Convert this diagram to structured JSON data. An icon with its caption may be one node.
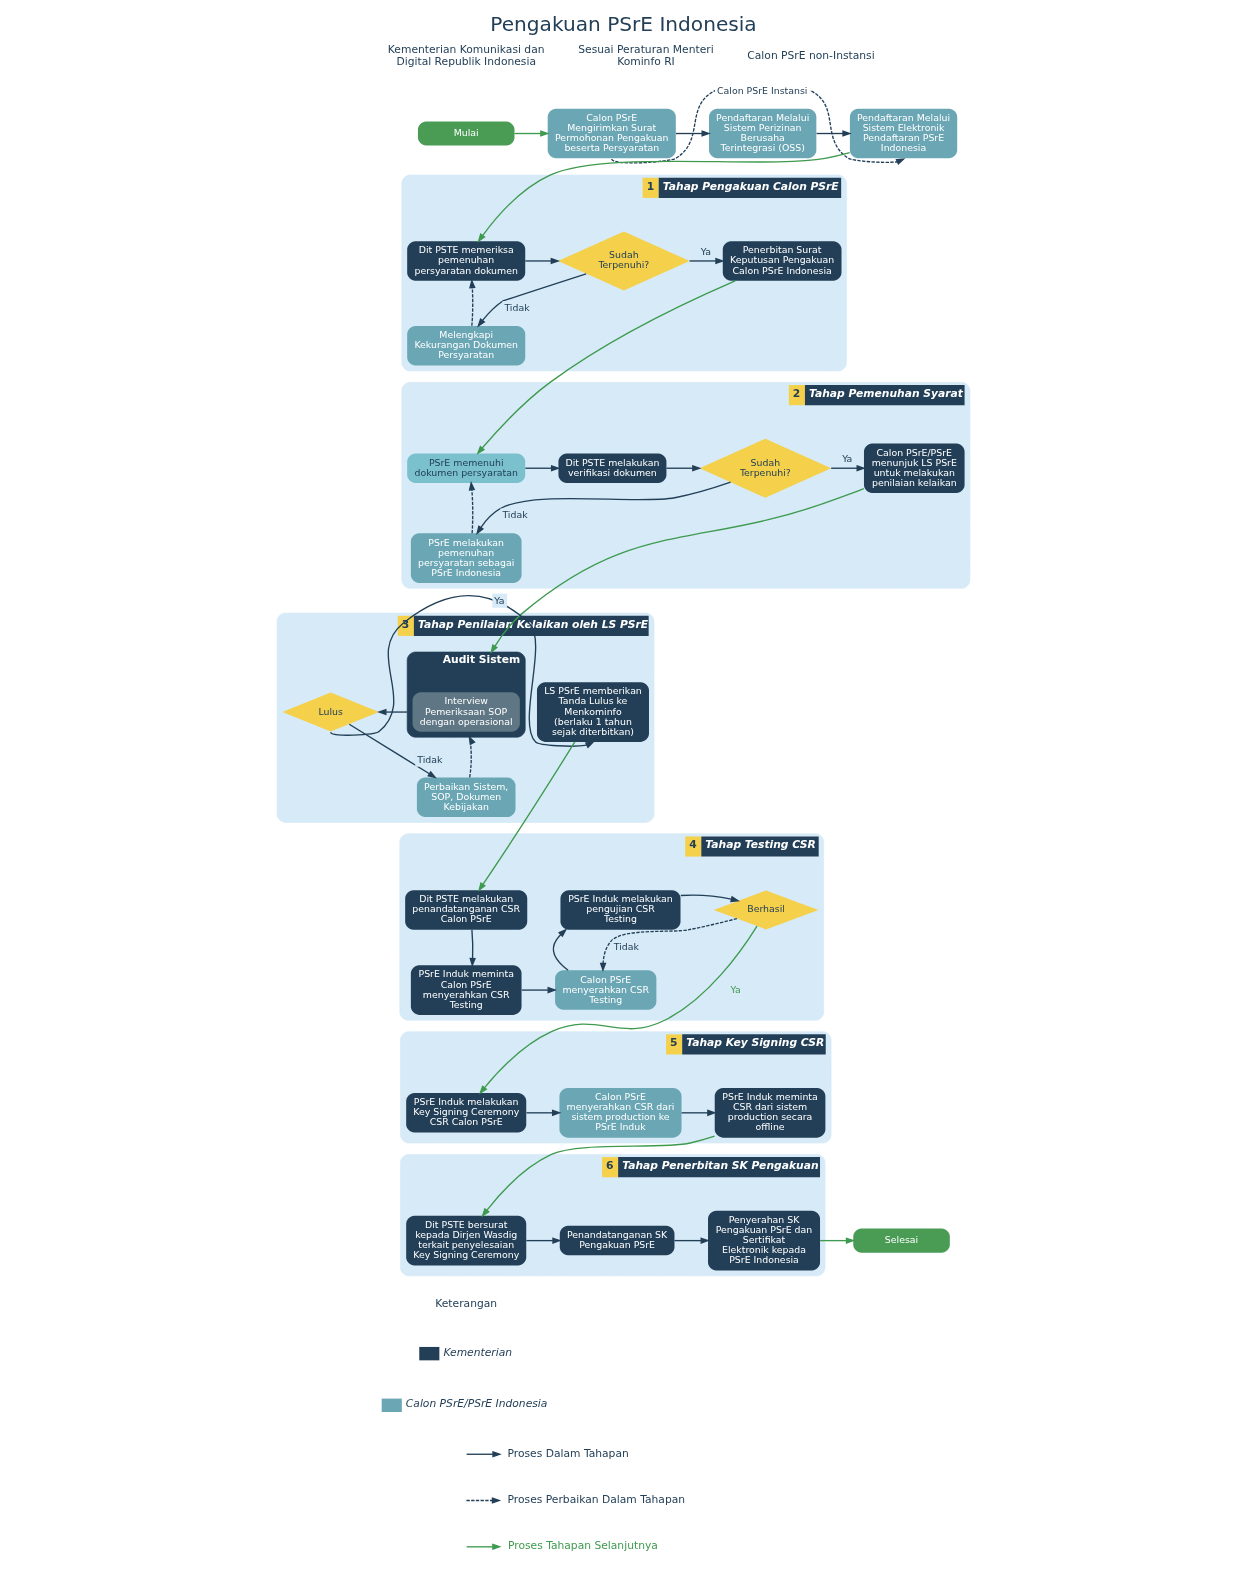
{
  "diagram": {
    "title": "Pengakuan PSrE Indonesia",
    "nodes": [
      {
        "text": [
          "Mulai"
        ]
      },
      {
        "text": [
          "Calon PSrE Mengirimkan Surat Permohonan Pengakuan beserta Persyaratan"
        ]
      },
      {
        "text": [
          "Pendaftaran Melalui Sistem Perizinan Berusaha Terintegrasi (OSS)"
        ]
      },
      {
        "text": [
          "Pendaftaran Melalui Sistem Elektronik Pendaftaran PSrE Indonesia"
        ]
      },
      {
        "text": [
          "1",
          "Tahap Pengakuan Calon PSrE"
        ]
      },
      {
        "text": [
          "Dit PSTE memeriksa pemenuhan persyaratan dokumen"
        ],
        "in": 4
      },
      {
        "text": [
          "Sudah Terpenuhi?"
        ],
        "in": 4
      },
      {
        "text": [
          "Penerbitan Surat Keputusan Pengakuan Calon PSrE Indonesia"
        ],
        "in": 4
      },
      {
        "text": [
          "Melengkapi Kekurangan Dokumen Persyaratan"
        ],
        "in": 4
      },
      {
        "text": [
          "2",
          "Tahap Pemenuhan Syarat"
        ]
      },
      {
        "text": [
          "PSrE memenuhi dokumen persyaratan"
        ],
        "in": 9
      },
      {
        "text": [
          "Dit PSTE melakukan verifikasi dokumen"
        ],
        "in": 9
      },
      {
        "text": [
          "Sudah Terpenuhi?"
        ],
        "in": 9
      },
      {
        "text": [
          "Calon PSrE/PSrE menunjuk LS PSrE untuk melakukan penilaian kelaikan"
        ],
        "in": 9
      },
      {
        "text": [
          "PSrE melakukan pemenuhan persyaratan sebagai PSrE Indonesia"
        ],
        "in": 9
      },
      {
        "text": [
          "3",
          "Tahap Penilaian Kelaikan oleh LS PSrE"
        ]
      },
      {
        "text": [
          "Audit Sistem"
        ],
        "in": 15
      },
      {
        "text": [
          "Interview",
          "Pemeriksaan SOP dengan operasional"
        ],
        "in": 16
      },
      {
        "text": [
          "Lulus"
        ],
        "in": 15
      },
      {
        "text": [
          "LS PSrE memberikan Tanda Lulus ke Menkominfo",
          "(berlaku 1 tahun sejak diterbitkan)"
        ],
        "in": 15
      },
      {
        "text": [
          "Perbaikan Sistem, SOP, Dokumen Kebijakan"
        ],
        "in": 15
      },
      {
        "text": [
          "4",
          "Tahap Testing CSR"
        ]
      },
      {
        "text": [
          "Dit PSTE melakukan penandatanganan CSR Calon PSrE"
        ],
        "in": 21
      },
      {
        "text": [
          "PSrE Induk meminta Calon PSrE menyerahkan CSR Testing"
        ],
        "in": 21
      },
      {
        "text": [
          "Calon PSrE menyerahkan CSR Testing"
        ],
        "in": 21
      },
      {
        "text": [
          "PSrE Induk melakukan pengujian CSR Testing"
        ],
        "in": 21
      },
      {
        "text": [
          "Berhasil"
        ],
        "in": 21
      },
      {
        "text": [
          "5",
          "Tahap Key Signing CSR"
        ]
      },
      {
        "text": [
          "PSrE Induk melakukan Key Signing Ceremony CSR Calon PSrE"
        ],
        "in": 27
      },
      {
        "text": [
          "Calon PSrE menyerahkan CSR dari sistem production ke PSrE Induk"
        ],
        "in": 27
      },
      {
        "text": [
          "PSrE Induk meminta CSR dari sistem production secara offline"
        ],
        "in": 27
      },
      {
        "text": [
          "6",
          "Tahap Penerbitan SK Pengakuan"
        ]
      },
      {
        "text": [
          "Dit PSTE bersurat kepada Dirjen Wasdig terkait penyelesaian Key Signing Ceremony"
        ],
        "in": 31
      },
      {
        "text": [
          "Penandatanganan SK Pengakuan PSrE"
        ],
        "in": 31
      },
      {
        "text": [
          "Penyerahan SK Pengakuan PSrE dan Sertifikat Elektronik kepada PSrE Indonesia"
        ],
        "in": 31
      },
      {
        "text": [
          "Selesai"
        ]
      }
    ],
    "edges": [
      {
        "from": 0,
        "to": 1,
        "arrow": "to",
        "color": "#3e9a4f"
      },
      {
        "from": 1,
        "to": 2,
        "arrow": "to"
      },
      {
        "from": 2,
        "to": 3,
        "arrow": "to"
      },
      {
        "from": 1,
        "to": 3,
        "arrow": "to",
        "style": "dashed",
        "label": "Calon PSrE Instansi"
      },
      {
        "from": 3,
        "to": 5,
        "arrow": "to",
        "color": "#3e9a4f"
      },
      {
        "from": 5,
        "to": 6,
        "arrow": "to"
      },
      {
        "from": 6,
        "to": 7,
        "arrow": "to",
        "label": "Ya"
      },
      {
        "from": 6,
        "to": 8,
        "arrow": "to",
        "label": "Tidak"
      },
      {
        "from": 8,
        "to": 5,
        "arrow": "to",
        "style": "dashed"
      },
      {
        "from": 7,
        "to": 10,
        "arrow": "to",
        "color": "#3e9a4f"
      },
      {
        "from": 10,
        "to": 11,
        "arrow": "to"
      },
      {
        "from": 11,
        "to": 12,
        "arrow": "to"
      },
      {
        "from": 12,
        "to": 13,
        "arrow": "to",
        "label": "Ya"
      },
      {
        "from": 12,
        "to": 14,
        "arrow": "to",
        "label": "Tidak"
      },
      {
        "from": 14,
        "to": 10,
        "arrow": "to",
        "style": "dashed"
      },
      {
        "from": 13,
        "to": 16,
        "arrow": "to",
        "color": "#3e9a4f"
      },
      {
        "from": 16,
        "to": 18,
        "arrow": "to"
      },
      {
        "from": 18,
        "to": 19,
        "arrow": "to",
        "label": "Ya"
      },
      {
        "from": 18,
        "to": 20,
        "arrow": "to",
        "label": "Tidak"
      },
      {
        "from": 20,
        "to": 16,
        "arrow": "to",
        "style": "dashed"
      },
      {
        "from": 19,
        "to": 22,
        "arrow": "to",
        "color": "#3e9a4f"
      },
      {
        "from": 22,
        "to": 23,
        "arrow": "to"
      },
      {
        "from": 23,
        "to": 24,
        "arrow": "to"
      },
      {
        "from": 24,
        "to": 25,
        "arrow": "to"
      },
      {
        "from": 25,
        "to": 26,
        "arrow": "to"
      },
      {
        "from": 26,
        "to": 24,
        "arrow": "to",
        "style": "dashed",
        "label": "Tidak"
      },
      {
        "from": 26,
        "to": 28,
        "arrow": "to",
        "label": "Ya",
        "color": "#3e9a4f"
      },
      {
        "from": 28,
        "to": 29,
        "arrow": "to"
      },
      {
        "from": 29,
        "to": 30,
        "arrow": "to"
      },
      {
        "from": 30,
        "to": 32,
        "arrow": "to",
        "color": "#3e9a4f"
      },
      {
        "from": 32,
        "to": 33,
        "arrow": "to"
      },
      {
        "from": 33,
        "to": 34,
        "arrow": "to"
      },
      {
        "from": 34,
        "to": 35,
        "arrow": "to",
        "color": "#3e9a4f"
      }
    ],
    "labels": [
      "Kementerian Komunikasi dan Digital Republik Indonesia",
      "Sesuai Peraturan Menteri Kominfo RI",
      "Calon PSrE non-Instansi",
      "Keterangan"
    ],
    "legend": [
      {
        "text": "Kementerian",
        "color": "#223f57"
      },
      {
        "text": "Calon PSrE/PSrE Indonesia",
        "color": "#6aa6b4"
      },
      {
        "text": "Proses Dalam Tahapan"
      },
      {
        "text": "Proses Perbaikan Dalam Tahapan"
      },
      {
        "text": "Proses Tahapan Selanjutnya"
      }
    ]
  }
}
